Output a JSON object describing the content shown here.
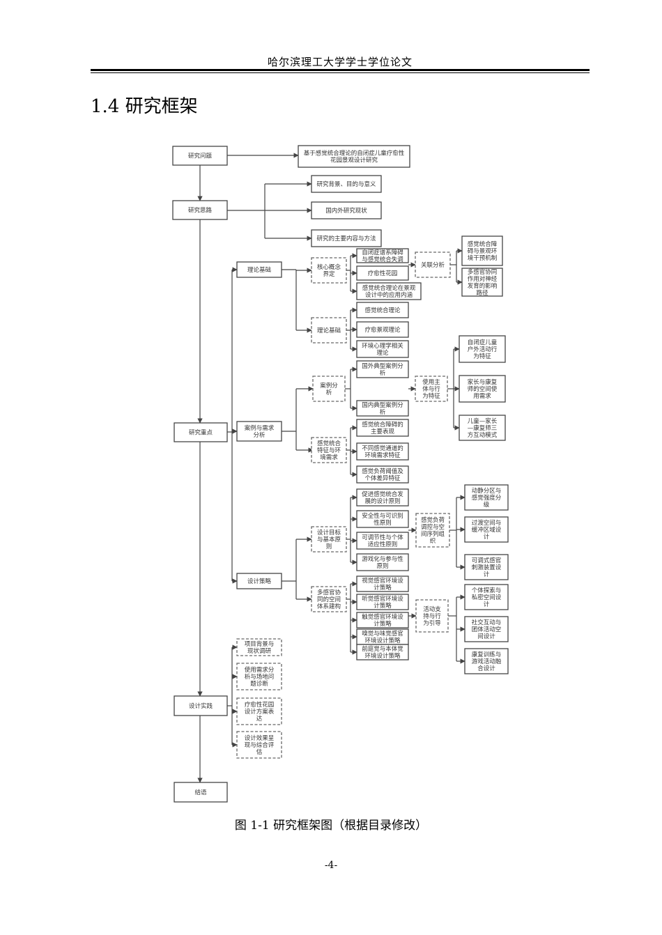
{
  "header": "哈尔滨理工大学学士学位论文",
  "section_title": "1.4 研究框架",
  "caption": "图 1-1  研究框架图（根据目录修改）",
  "page_number": "-4-",
  "diagram": {
    "nodes": [
      {
        "id": "n_q",
        "text": "研究问题"
      },
      {
        "id": "n_topic",
        "text": "基于感觉统合理论的自闭症儿童疗愈性|花园景观设计研究"
      },
      {
        "id": "n_idea",
        "text": "研究思路"
      },
      {
        "id": "n_bg",
        "text": "研究背景、目的与意义"
      },
      {
        "id": "n_status",
        "text": "国内外研究现状"
      },
      {
        "id": "n_content",
        "text": "研究的主要内容与方法"
      },
      {
        "id": "n_focus",
        "text": "研究重点"
      },
      {
        "id": "n_theory",
        "text": "理论基础"
      },
      {
        "id": "n_concept",
        "text": "核心概念|界定"
      },
      {
        "id": "n_c1",
        "text": "自闭症谱系障碍|与感觉统合失调"
      },
      {
        "id": "n_c2",
        "text": "疗愈性花园"
      },
      {
        "id": "n_c3",
        "text": "感觉统合理论在景观|设计中的应用内涵"
      },
      {
        "id": "n_rel",
        "text": "关联分析"
      },
      {
        "id": "n_r1",
        "text": "感觉统合障|碍与景观环|境干预机制"
      },
      {
        "id": "n_r2",
        "text": "多感官协同|作用对神经|发育的影响|路径"
      },
      {
        "id": "n_tb",
        "text": "理论基础"
      },
      {
        "id": "n_t1",
        "text": "感觉统合理论"
      },
      {
        "id": "n_t2",
        "text": "疗愈景观理论"
      },
      {
        "id": "n_t3",
        "text": "环境心理学相关|理论"
      },
      {
        "id": "n_case",
        "text": "案例与需求|分析"
      },
      {
        "id": "n_ca",
        "text": "案例分|析"
      },
      {
        "id": "n_ca1",
        "text": "国外典型案例分|析"
      },
      {
        "id": "n_ca2",
        "text": "国内典型案例分|析"
      },
      {
        "id": "n_user",
        "text": "使用主|体与行|为特征"
      },
      {
        "id": "n_u1",
        "text": "自闭症儿童|户外活动行|为特征"
      },
      {
        "id": "n_u2",
        "text": "家长与康复|师的空间使|用需求"
      },
      {
        "id": "n_u3",
        "text": "儿童—家长|—康复师三|方互动模式"
      },
      {
        "id": "n_si",
        "text": "感觉统合|特征与环|境需求"
      },
      {
        "id": "n_s1",
        "text": "感觉统合障碍的|主要表现"
      },
      {
        "id": "n_s2",
        "text": "不同感觉通道的|环境需求特征"
      },
      {
        "id": "n_s3",
        "text": "感觉负荷阈值及|个体差异特征"
      },
      {
        "id": "n_strat",
        "text": "设计策略"
      },
      {
        "id": "n_goal",
        "text": "设计目标|与基本原|则"
      },
      {
        "id": "n_g1",
        "text": "促进感觉统合发|展的设计原则"
      },
      {
        "id": "n_g2",
        "text": "安全性与可识别|性原则"
      },
      {
        "id": "n_g3",
        "text": "可调节性与个体|适应性原则"
      },
      {
        "id": "n_g4",
        "text": "游戏化与参与性|原则"
      },
      {
        "id": "n_load",
        "text": "感觉负荷|调控与空|间序列组|织"
      },
      {
        "id": "n_l1",
        "text": "动静分区与|感觉强度分|级"
      },
      {
        "id": "n_l2",
        "text": "过渡空间与|缓冲区域设|计"
      },
      {
        "id": "n_l3",
        "text": "可调式感官|刺激装置设|计"
      },
      {
        "id": "n_multi",
        "text": "多感官协|同的空间|体系建构"
      },
      {
        "id": "n_m1",
        "text": "视觉感官环境设|计策略"
      },
      {
        "id": "n_m2",
        "text": "听觉感官环境设|计策略"
      },
      {
        "id": "n_m3",
        "text": "触觉感官环境设|计策略"
      },
      {
        "id": "n_m4",
        "text": "嗅觉与味觉感官|环境设计策略"
      },
      {
        "id": "n_m5",
        "text": "前庭觉与本体觉|环境设计策略"
      },
      {
        "id": "n_act",
        "text": "活动支|持与行|为引导"
      },
      {
        "id": "n_a1",
        "text": "个体探索与|私密空间设|计"
      },
      {
        "id": "n_a2",
        "text": "社交互动与|团体活动空|间设计"
      },
      {
        "id": "n_a3",
        "text": "康复训练与|游戏活动融|合设计"
      },
      {
        "id": "n_prac",
        "text": "设计实践"
      },
      {
        "id": "n_p1",
        "text": "项目背景与|现状调研"
      },
      {
        "id": "n_p2",
        "text": "使用需求分|析与场地问|题诊断"
      },
      {
        "id": "n_p3",
        "text": "疗愈性花园|设计方案表|达"
      },
      {
        "id": "n_p4",
        "text": "设计效果呈|现与综合评|估"
      },
      {
        "id": "n_end",
        "text": "结语"
      }
    ]
  }
}
